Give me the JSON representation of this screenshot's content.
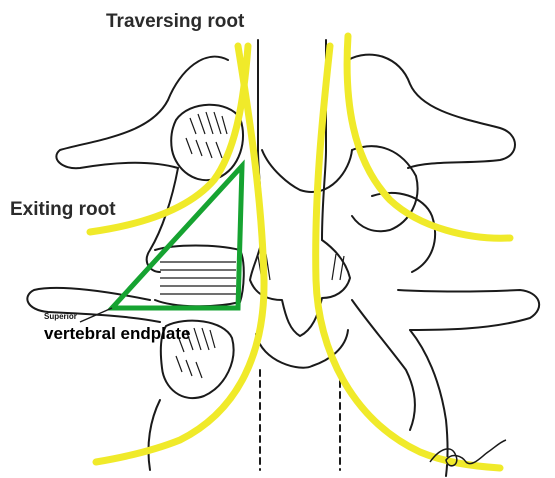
{
  "labels": {
    "traversing_root": "Traversing root",
    "exiting_root": "Exiting root",
    "superior": "Superior",
    "endplate": "vertebral endplate"
  },
  "colors": {
    "nerve": "#f0ea2a",
    "triangle": "#16a331",
    "outline": "#1a1a1a"
  }
}
